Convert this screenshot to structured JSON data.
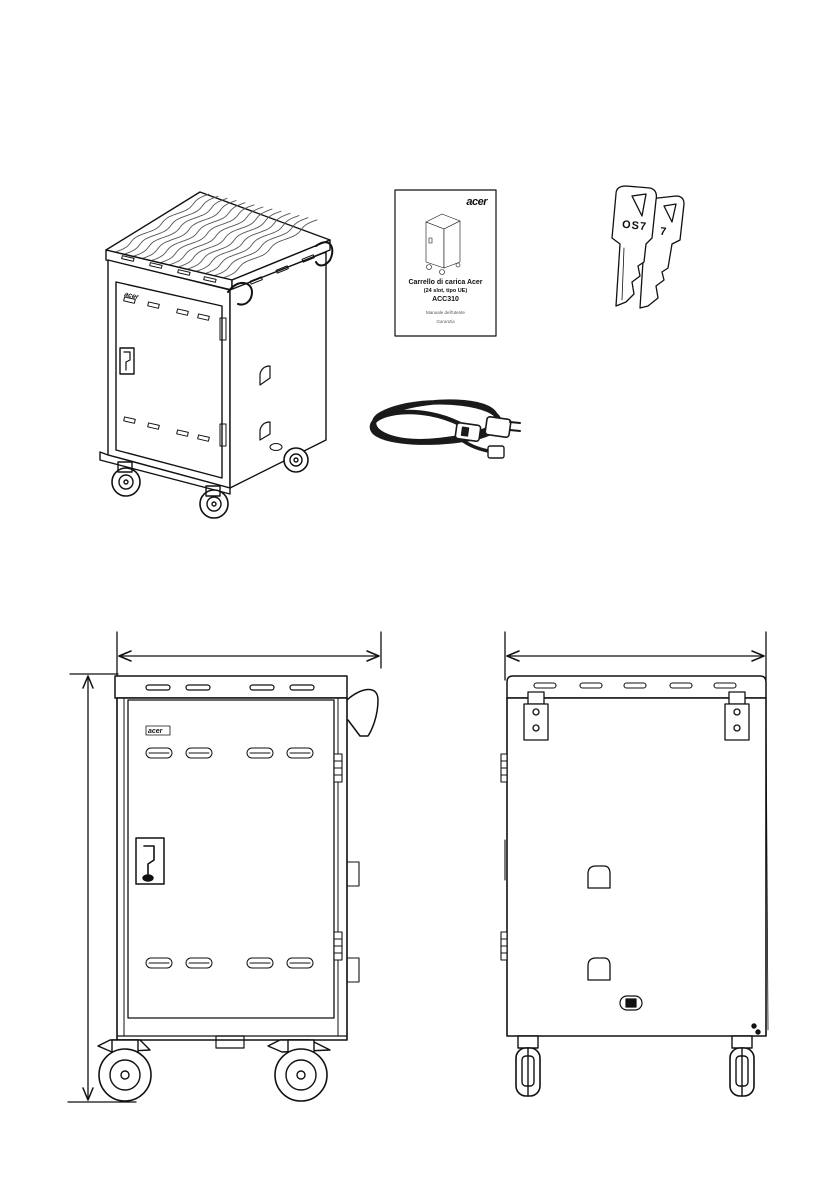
{
  "manual": {
    "logo": "acer",
    "title": "Carrello di carica Acer",
    "subtitle": "(24 slot, tipo UE)",
    "model": "ACC310",
    "line1": "Manuale dell'utente",
    "line2": "Garanzia"
  },
  "keys": {
    "front_code": "OS7",
    "back_code": "7"
  },
  "cart": {
    "door_logo": "acer"
  },
  "colors": {
    "line": "#111111",
    "tread": "#555555",
    "cord": "#1a1a1a"
  }
}
